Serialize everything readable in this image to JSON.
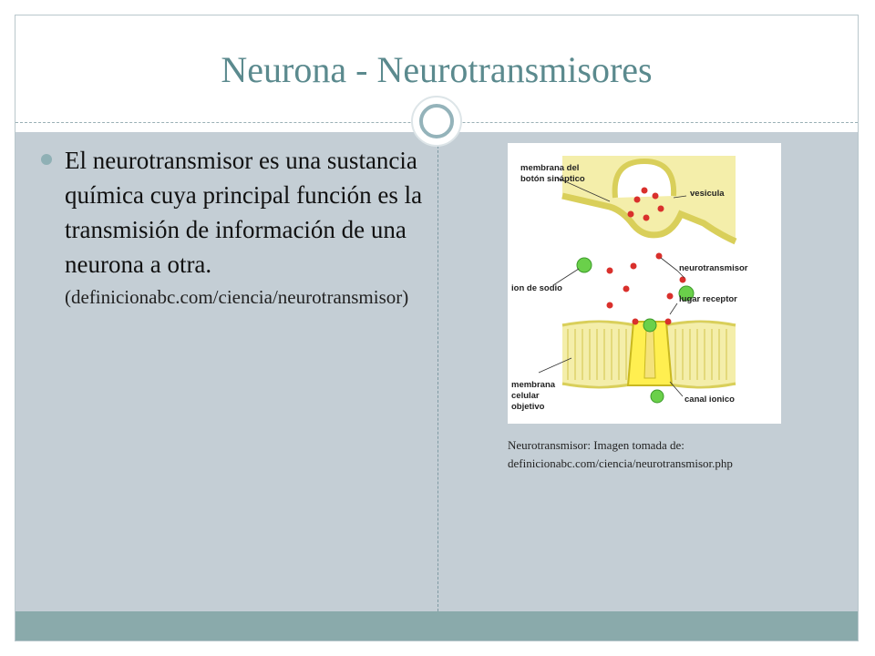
{
  "slide": {
    "title": "Neurona - Neurotransmisores",
    "bullet": {
      "text": "El neurotransmisor es una sustancia química cuya principal función es la transmisión de información de una neurona a otra.",
      "source": "(definicionabc.com/ciencia/neurotransmisor)"
    },
    "figure": {
      "labels": {
        "membrana_boton_1": "membrana del",
        "membrana_boton_2": "botón sináptico",
        "vesicula": "vesicula",
        "neurotransmisor": "neurotransmisor",
        "ion_sodio": "ion de sodio",
        "lugar_receptor": "lugar receptor",
        "membrana_celular_1": "membrana",
        "membrana_celular_2": "celular",
        "membrana_celular_3": "objetivo",
        "canal_ionico": "canal ionico"
      },
      "colors": {
        "membrane": "#f4eeaa",
        "membrane_outline": "#d9cf5a",
        "neurotransmitter": "#d9302c",
        "sodium_ion": "#6ad04a"
      }
    },
    "caption": {
      "line1": "Neurotransmisor: Imagen tomada de:",
      "line2": "definicionabc.com/ciencia/neurotransmisor.php"
    }
  }
}
